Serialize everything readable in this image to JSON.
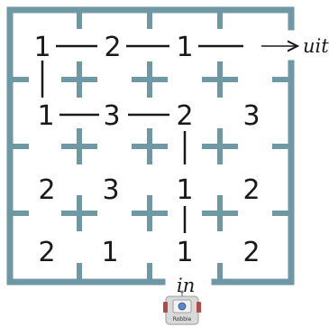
{
  "maze": {
    "cells": [
      [
        "1",
        "2",
        "1",
        ""
      ],
      [
        "1",
        "3",
        "2",
        "3"
      ],
      [
        "2",
        "3",
        "1",
        "2"
      ],
      [
        "2",
        "1",
        "1",
        "2"
      ]
    ],
    "exit_label": "uit",
    "entry_label": "in",
    "wall_color": "#6e98a4",
    "path_color": "#1a1a1a"
  },
  "robot": {
    "label": "Robbie",
    "icon": "robot-icon"
  }
}
